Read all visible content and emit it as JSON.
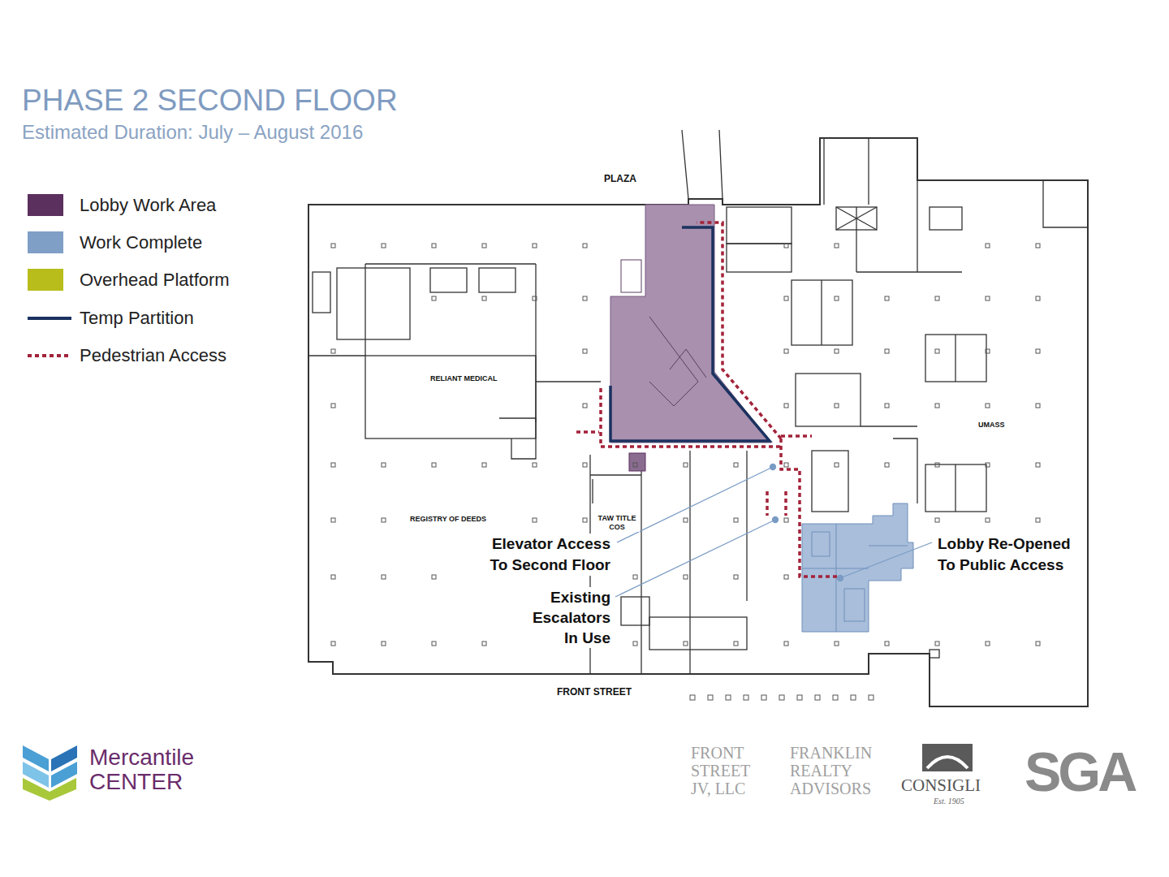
{
  "diagram": {
    "title": "PHASE 2 SECOND FLOOR",
    "caption": "Estimated Duration: July – August 2016",
    "labels": [
      "PLAZA",
      "RELIANT MEDICAL",
      "REGISTRY OF DEEDS",
      "TAW TITLE COS",
      "UMASS",
      "FRONT STREET",
      "Elevator Access To Second Floor",
      "Existing Escalators In Use",
      "Lobby Re-Opened To Public Access",
      "Mercantile CENTER",
      "FRONT STREET JV, LLC",
      "FRANKLIN REALTY ADVISORS",
      "CONSIGLI",
      "Est. 1905",
      "SGA"
    ],
    "legend": [
      {
        "text": "Lobby Work Area",
        "color": "#5b2f5e"
      },
      {
        "text": "Work Complete",
        "color": "#7f9fc6"
      },
      {
        "text": "Overhead Platform",
        "color": "#b8bd1c"
      },
      {
        "text": "Temp Partition"
      },
      {
        "text": "Pedestrian Access"
      }
    ]
  }
}
